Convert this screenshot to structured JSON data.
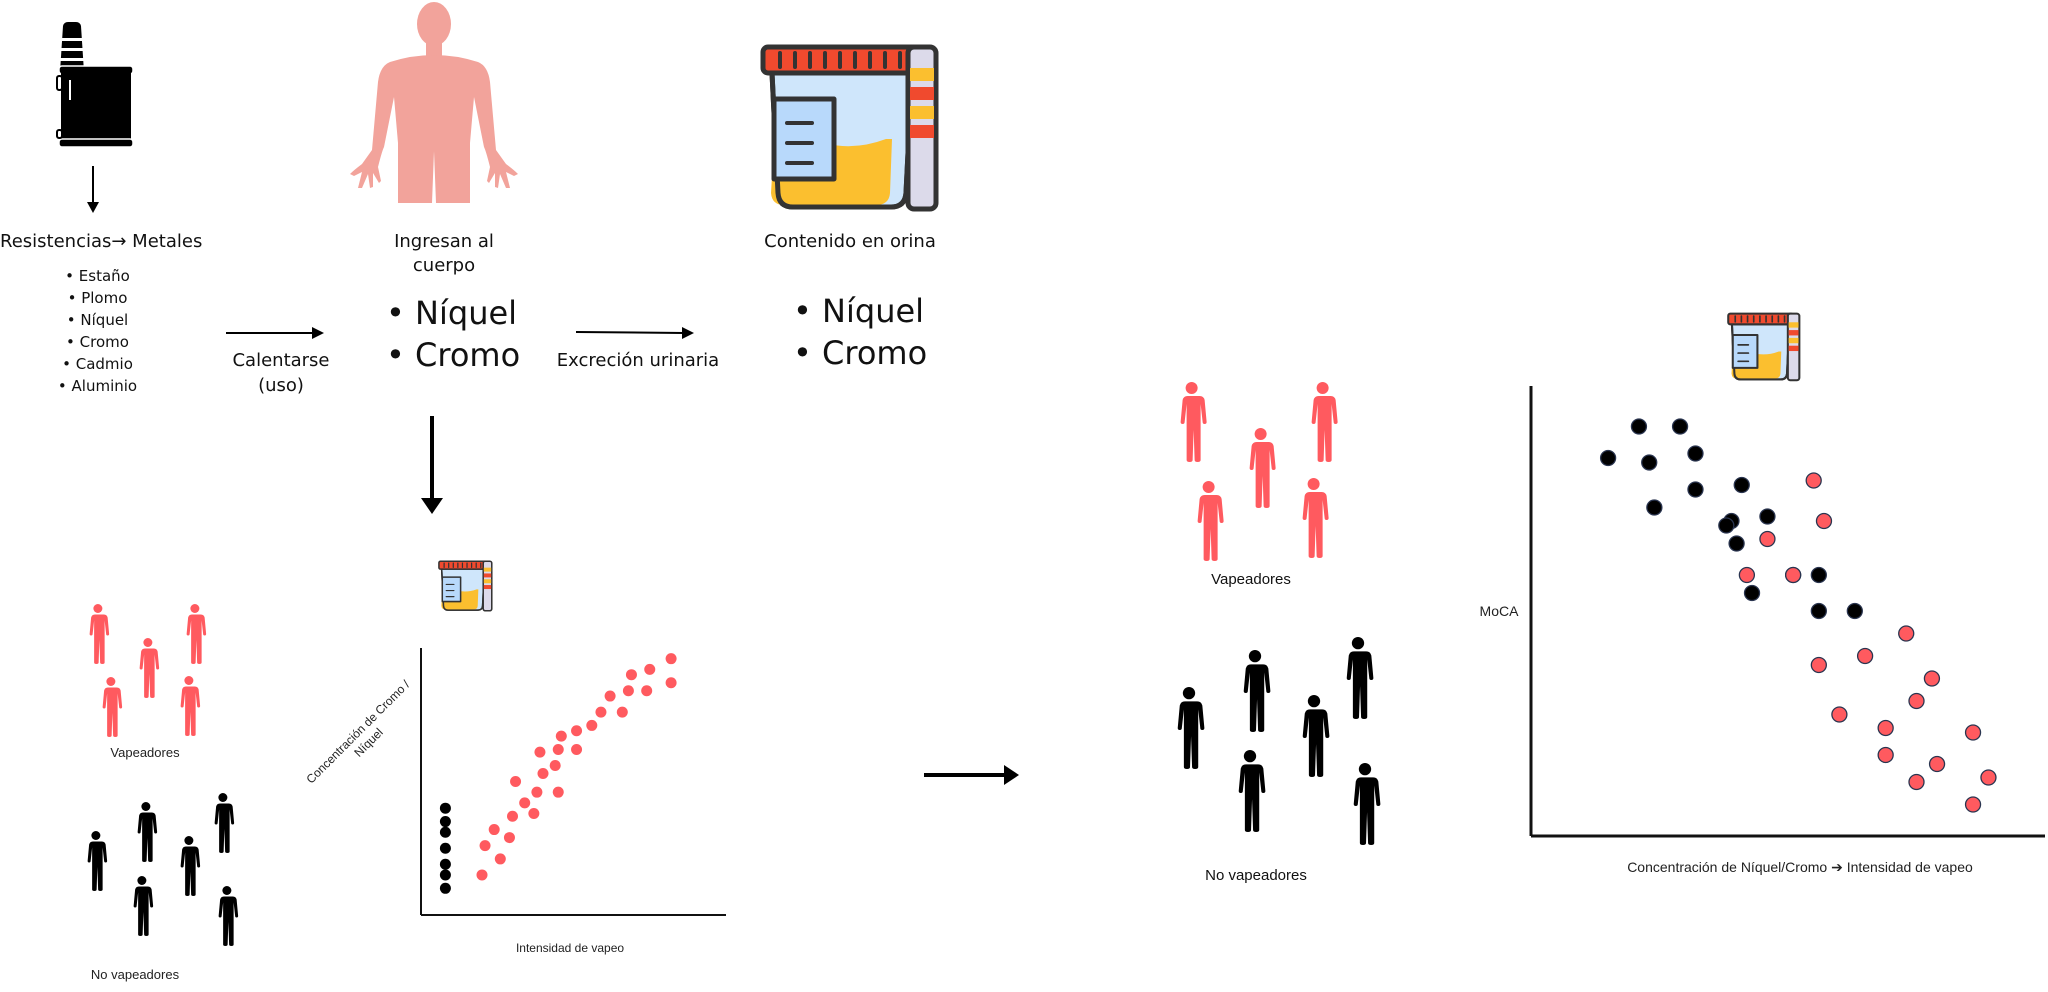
{
  "colors": {
    "vaper": "#ff5a5f",
    "non_vaper": "#000000",
    "body": "#f2a39b",
    "lid": "#f04a2e",
    "urine": "#fbbf2f",
    "cup_bg": "#cfe6fb",
    "label": "#b8d9fb",
    "strip": "#dcdaea",
    "outline": "#333333"
  },
  "step1": {
    "icon": "vape-device-icon",
    "title": "Resistencias→ Metales",
    "metals": [
      "Estaño",
      "Plomo",
      "Níquel",
      "Cromo",
      "Cadmio",
      "Aluminio"
    ]
  },
  "arrow1": {
    "label_line1": "Calentarse",
    "label_line2": "(uso)"
  },
  "step2": {
    "icon": "human-body-icon",
    "title_line1": "Ingresan al",
    "title_line2": "cuerpo",
    "items": [
      "Níquel",
      "Cromo"
    ]
  },
  "arrow2": {
    "label": "Excreción urinaria"
  },
  "step3": {
    "icon": "urine-sample-icon",
    "title": "Contenido en orina",
    "items": [
      "Níquel",
      "Cromo"
    ]
  },
  "groups_left": {
    "vapers_label": "Vapeadores",
    "non_vapers_label": "No vapeadores"
  },
  "groups_right": {
    "vapers_label": "Vapeadores",
    "non_vapers_label": "No vapeadores"
  },
  "chart_data": [
    {
      "type": "scatter",
      "title": "",
      "xlabel": "Intensidad de vapeo",
      "ylabel": "Concentración de Cromo / Níquel",
      "xlim": [
        0,
        10
      ],
      "ylim": [
        0,
        10
      ],
      "grid": false,
      "legend": "none",
      "series": [
        {
          "name": "No vapeadores",
          "color": "#000000",
          "points": [
            [
              0.8,
              4.0
            ],
            [
              0.8,
              3.5
            ],
            [
              0.8,
              3.1
            ],
            [
              0.8,
              2.5
            ],
            [
              0.8,
              1.9
            ],
            [
              0.8,
              1.5
            ],
            [
              0.8,
              1.0
            ]
          ]
        },
        {
          "name": "Vapeadores",
          "color": "#ff5a5f",
          "points": [
            [
              8.2,
              9.6
            ],
            [
              8.2,
              8.7
            ],
            [
              7.5,
              9.2
            ],
            [
              7.4,
              8.4
            ],
            [
              6.9,
              9.0
            ],
            [
              6.8,
              8.4
            ],
            [
              6.2,
              8.2
            ],
            [
              5.9,
              7.6
            ],
            [
              6.6,
              7.6
            ],
            [
              5.6,
              7.1
            ],
            [
              5.1,
              6.9
            ],
            [
              4.6,
              6.7
            ],
            [
              5.1,
              6.2
            ],
            [
              4.5,
              6.2
            ],
            [
              3.9,
              6.1
            ],
            [
              4.4,
              5.6
            ],
            [
              4.0,
              5.3
            ],
            [
              3.1,
              5.0
            ],
            [
              3.8,
              4.6
            ],
            [
              4.5,
              4.6
            ],
            [
              3.4,
              4.2
            ],
            [
              3.7,
              3.8
            ],
            [
              3.0,
              3.7
            ],
            [
              2.4,
              3.2
            ],
            [
              2.9,
              2.9
            ],
            [
              2.1,
              2.6
            ],
            [
              2.6,
              2.1
            ],
            [
              2.0,
              1.5
            ]
          ]
        }
      ]
    },
    {
      "type": "scatter",
      "title": "",
      "xlabel": "Concentración de Níquel/Cromo ➔ Intensidad de vapeo",
      "ylabel": "MoCA",
      "xlim": [
        0,
        10
      ],
      "ylim": [
        0,
        10
      ],
      "grid": false,
      "legend": "none",
      "series": [
        {
          "name": "No vapeadores",
          "color": "#000000",
          "points": [
            [
              2.1,
              9.1
            ],
            [
              2.9,
              9.1
            ],
            [
              1.5,
              8.4
            ],
            [
              2.3,
              8.3
            ],
            [
              3.2,
              8.5
            ],
            [
              3.2,
              7.7
            ],
            [
              4.1,
              7.8
            ],
            [
              2.4,
              7.3
            ],
            [
              3.9,
              7.0
            ],
            [
              4.6,
              7.1
            ],
            [
              3.8,
              6.9
            ],
            [
              4.0,
              6.5
            ],
            [
              5.6,
              5.8
            ],
            [
              5.1,
              5.8
            ],
            [
              4.3,
              5.4
            ],
            [
              5.6,
              5.0
            ],
            [
              6.3,
              5.0
            ]
          ]
        },
        {
          "name": "Vapeadores",
          "color": "#ff5a5f",
          "points": [
            [
              5.5,
              7.9
            ],
            [
              5.7,
              7.0
            ],
            [
              4.6,
              6.6
            ],
            [
              4.2,
              5.8
            ],
            [
              5.1,
              5.8
            ],
            [
              7.3,
              4.5
            ],
            [
              6.5,
              4.0
            ],
            [
              5.6,
              3.8
            ],
            [
              7.8,
              3.5
            ],
            [
              6.0,
              2.7
            ],
            [
              7.5,
              3.0
            ],
            [
              6.9,
              2.4
            ],
            [
              8.6,
              2.3
            ],
            [
              6.9,
              1.8
            ],
            [
              7.9,
              1.6
            ],
            [
              7.5,
              1.2
            ],
            [
              8.9,
              1.3
            ],
            [
              8.6,
              0.7
            ]
          ]
        }
      ]
    }
  ]
}
